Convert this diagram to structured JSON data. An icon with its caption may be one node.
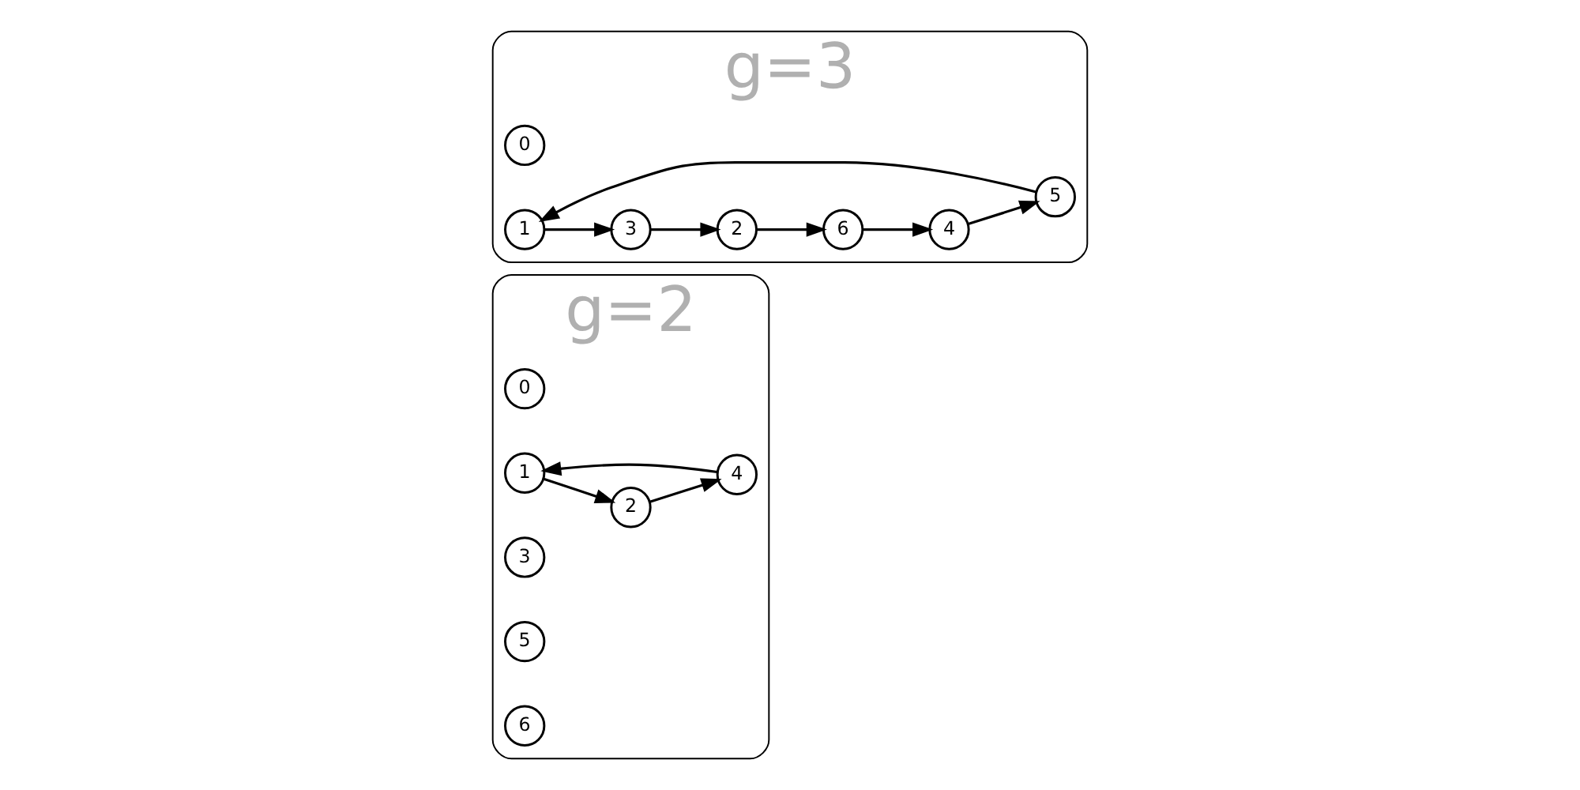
{
  "diagram": {
    "nodes": [
      {
        "text": [
          "g=2"
        ]
      },
      {
        "text": [
          "0"
        ],
        "in": 0
      },
      {
        "text": [
          "1"
        ],
        "in": 0
      },
      {
        "text": [
          "2"
        ],
        "in": 0
      },
      {
        "text": [
          "3"
        ],
        "in": 0
      },
      {
        "text": [
          "4"
        ],
        "in": 0
      },
      {
        "text": [
          "5"
        ],
        "in": 0
      },
      {
        "text": [
          "6"
        ],
        "in": 0
      },
      {
        "text": [
          "g=3"
        ]
      },
      {
        "text": [
          "0"
        ],
        "in": 8
      },
      {
        "text": [
          "1"
        ],
        "in": 8
      },
      {
        "text": [
          "2"
        ],
        "in": 8
      },
      {
        "text": [
          "3"
        ],
        "in": 8
      },
      {
        "text": [
          "4"
        ],
        "in": 8
      },
      {
        "text": [
          "5"
        ],
        "in": 8
      },
      {
        "text": [
          "6"
        ],
        "in": 8
      }
    ],
    "edges": [
      {
        "from": 5,
        "to": 2,
        "arrow": "to"
      },
      {
        "from": 2,
        "to": 3,
        "arrow": "to"
      },
      {
        "from": 3,
        "to": 5,
        "arrow": "to"
      },
      {
        "from": 14,
        "to": 10,
        "arrow": "to"
      },
      {
        "from": 10,
        "to": 12,
        "arrow": "to"
      },
      {
        "from": 12,
        "to": 11,
        "arrow": "to"
      },
      {
        "from": 11,
        "to": 15,
        "arrow": "to"
      },
      {
        "from": 15,
        "to": 13,
        "arrow": "to"
      },
      {
        "from": 13,
        "to": 14,
        "arrow": "to"
      }
    ]
  }
}
